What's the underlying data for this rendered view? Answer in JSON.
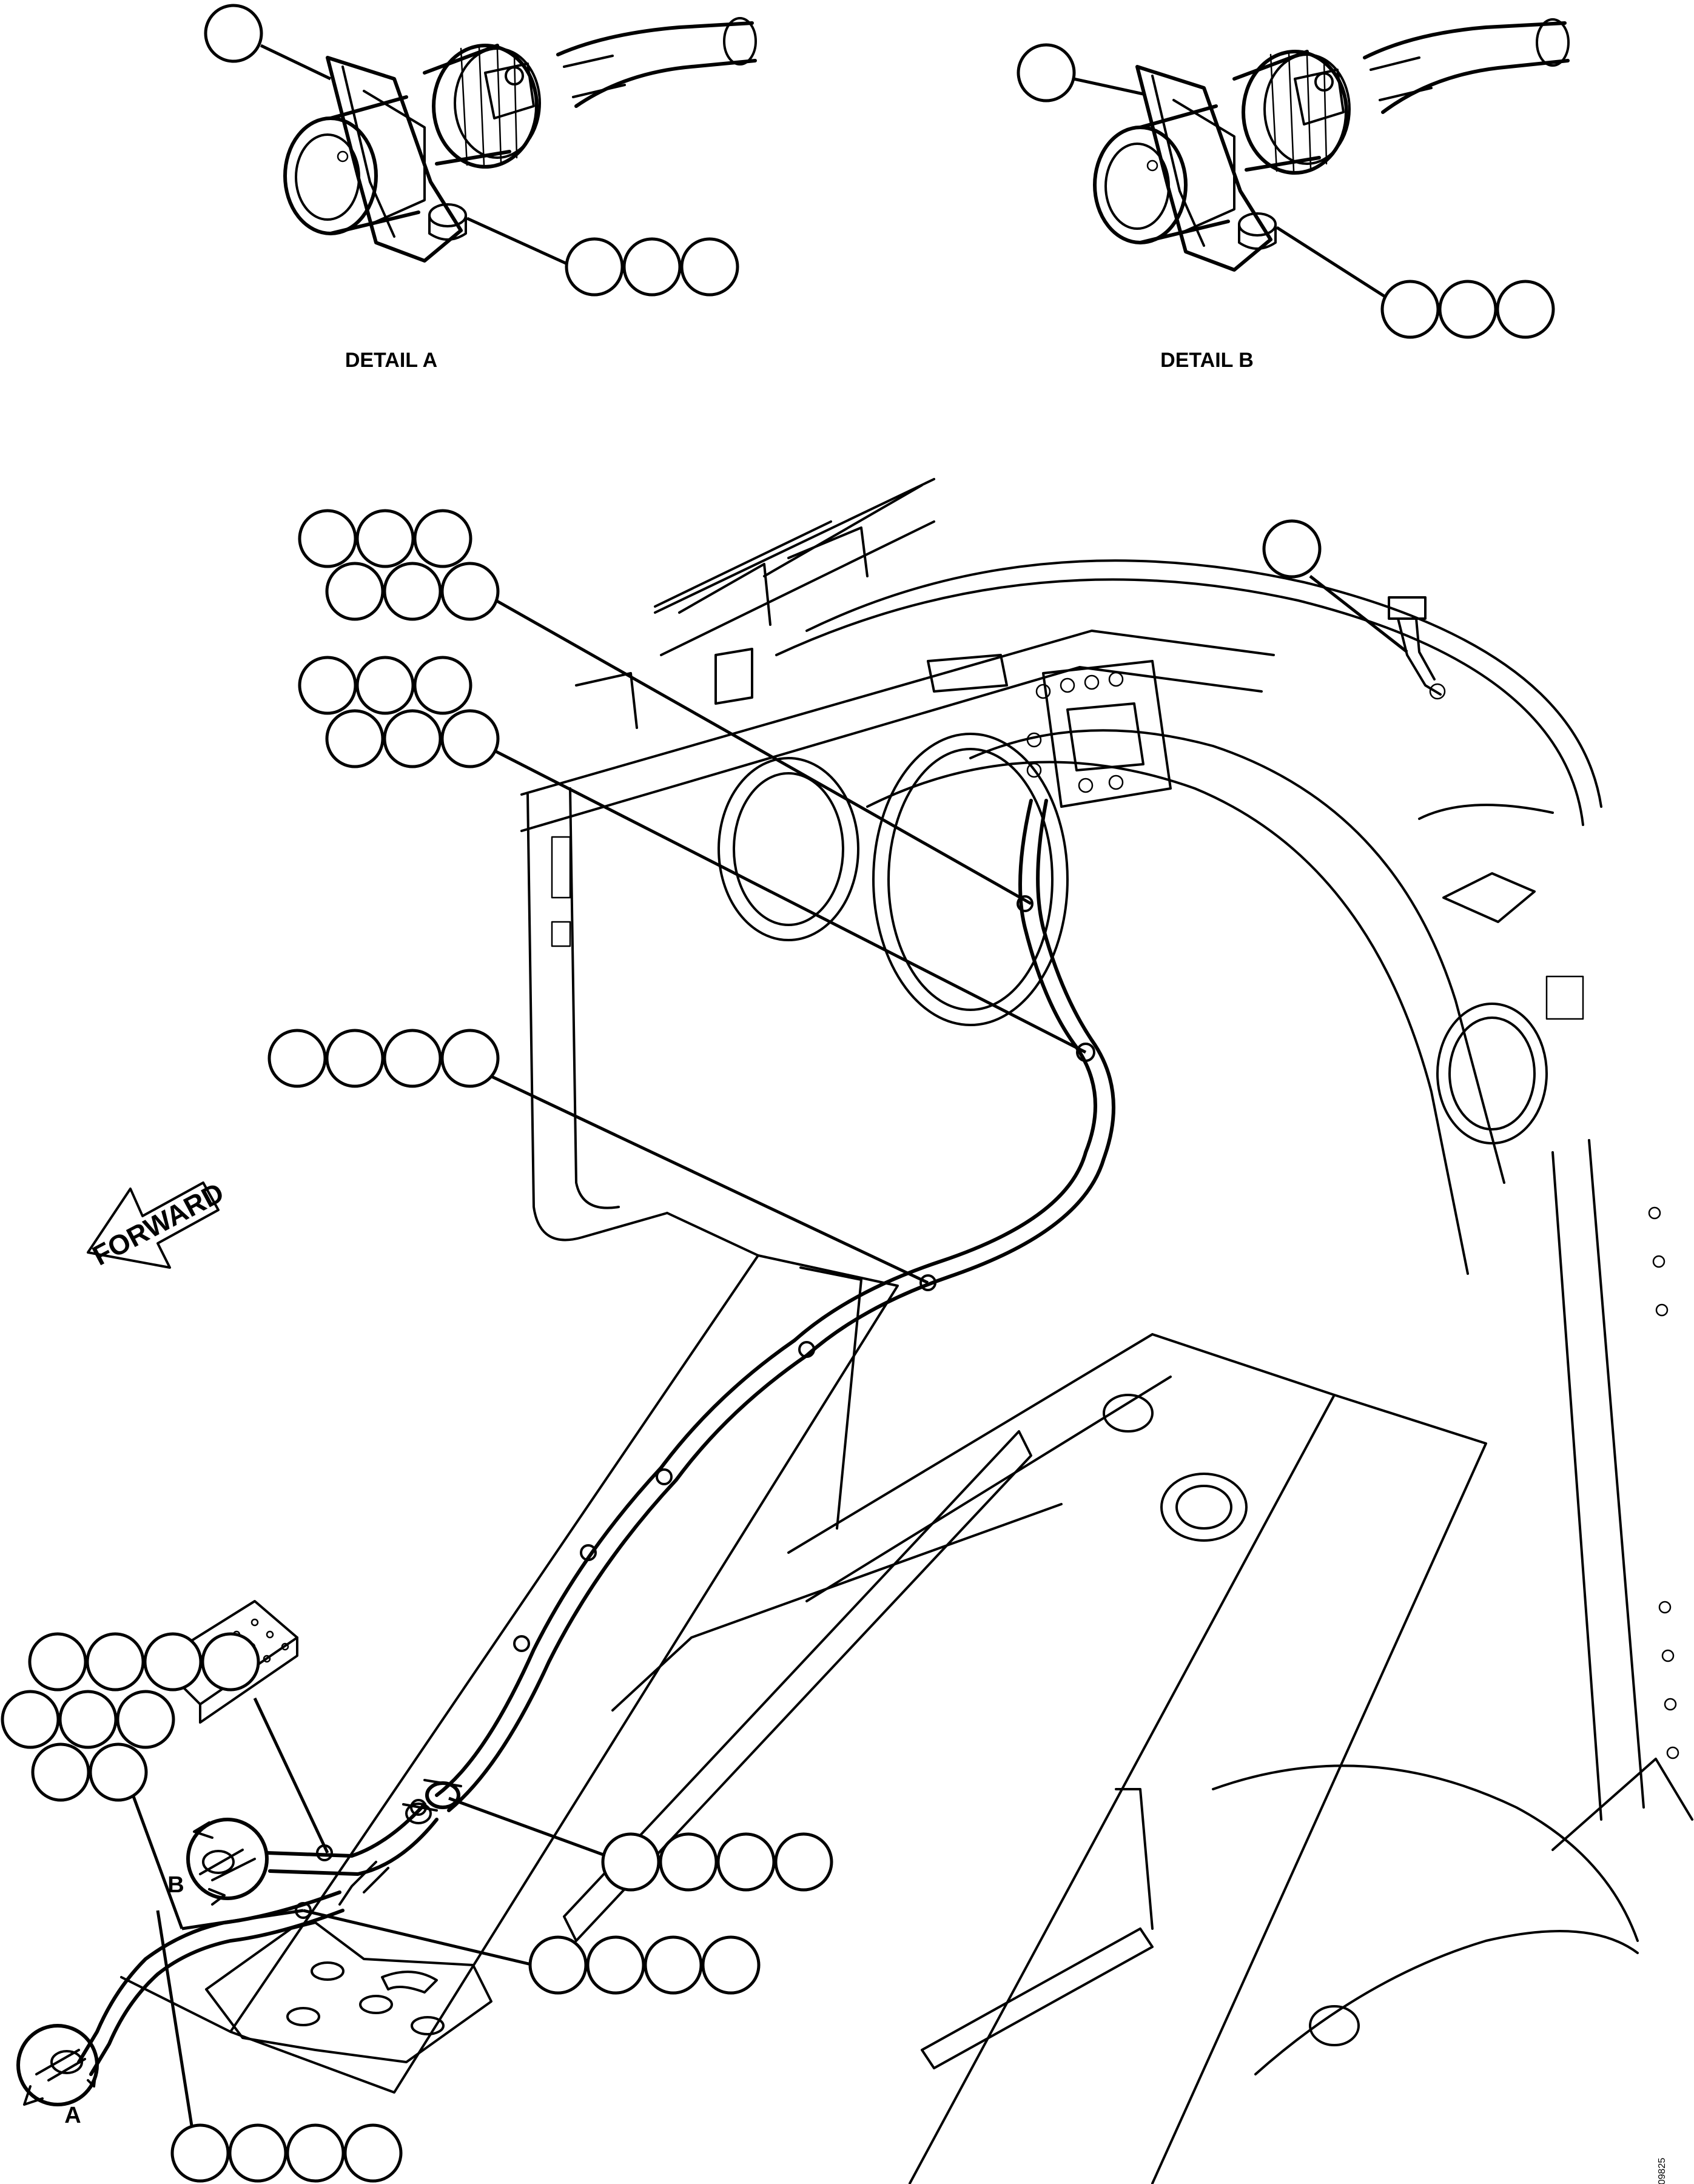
{
  "details": [
    {
      "id": "detail-a",
      "caption": "DETAIL A"
    },
    {
      "id": "detail-b",
      "caption": "DETAIL B"
    }
  ],
  "view_letters": {
    "a": "A",
    "b": "B"
  },
  "forward_arrow": {
    "label": "FORWARD"
  },
  "figure_number": "09825",
  "colors": {
    "ink": "#000000",
    "paper": "#ffffff"
  }
}
